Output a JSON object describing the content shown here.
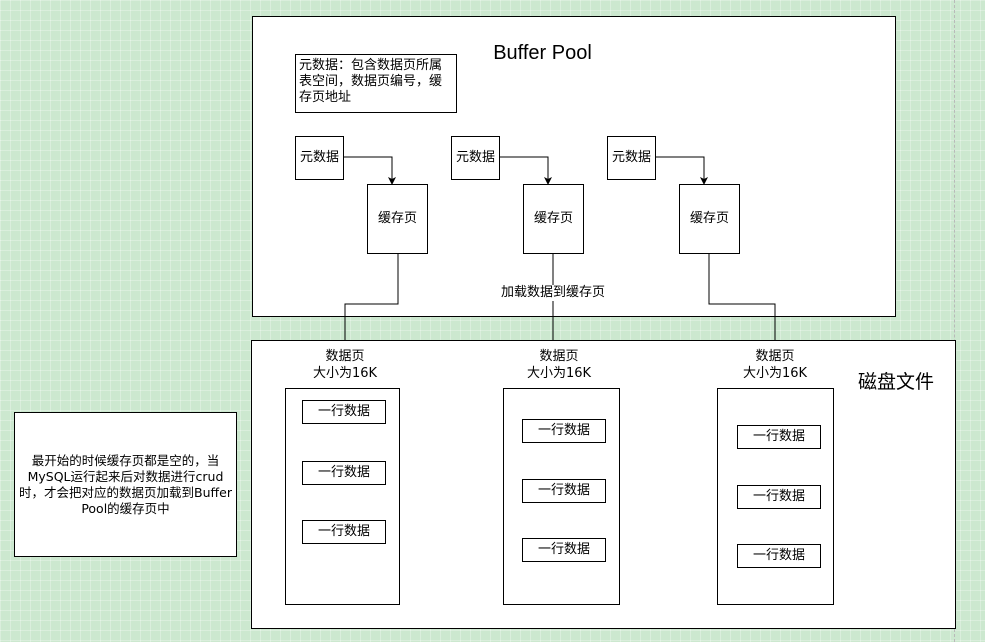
{
  "diagram": {
    "buffer_pool": {
      "title": "Buffer Pool",
      "metadata_note": "元数据：包含数据页所属表空间，数据页编号，缓存页地址",
      "pairs": [
        {
          "meta": "元数据",
          "cache": "缓存页"
        },
        {
          "meta": "元数据",
          "cache": "缓存页"
        },
        {
          "meta": "元数据",
          "cache": "缓存页"
        }
      ],
      "load_label": "加载数据到缓存页"
    },
    "disk": {
      "title": "磁盘文件",
      "pages": [
        {
          "title": "数据页",
          "size": "大小为16K",
          "rows": [
            "一行数据",
            "一行数据",
            "一行数据"
          ]
        },
        {
          "title": "数据页",
          "size": "大小为16K",
          "rows": [
            "一行数据",
            "一行数据",
            "一行数据"
          ]
        },
        {
          "title": "数据页",
          "size": "大小为16K",
          "rows": [
            "一行数据",
            "一行数据",
            "一行数据"
          ]
        }
      ]
    },
    "side_note": "最开始的时候缓存页都是空的，当MySQL运行起来后对数据进行crud时，才会把对应的数据页加载到Buffer Pool的缓存页中"
  }
}
